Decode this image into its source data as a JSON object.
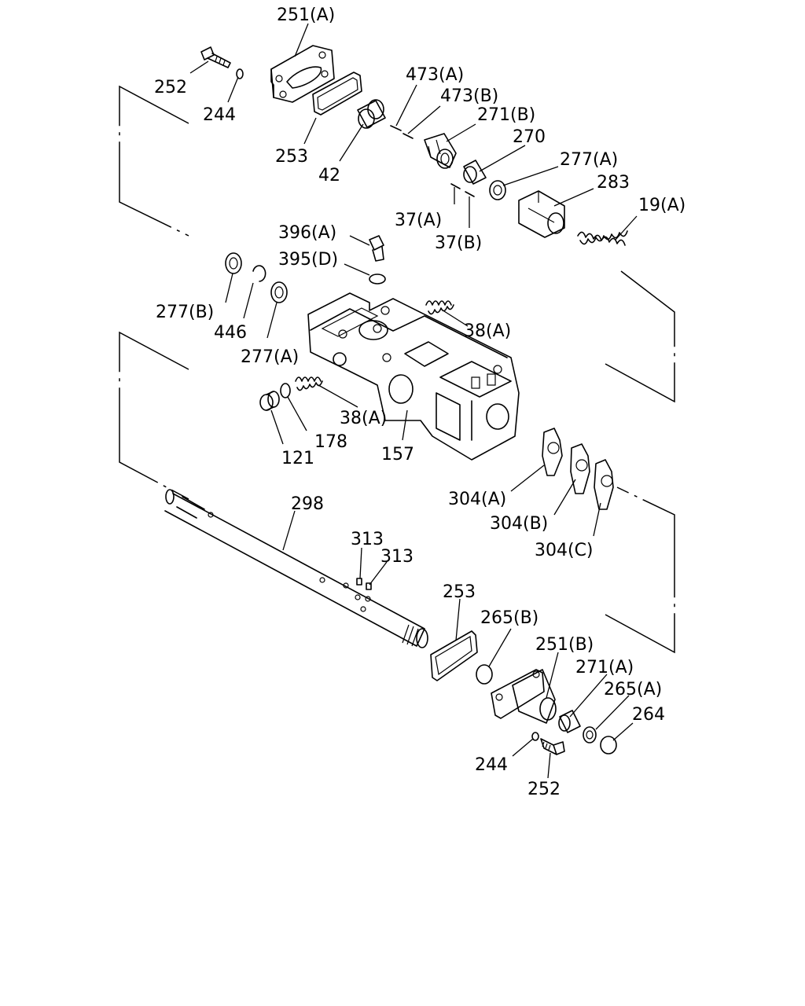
{
  "diagram": {
    "labels": {
      "p251A": "251(A)",
      "p252_top": "252",
      "p244_top": "244",
      "p253_top": "253",
      "p42": "42",
      "p473A": "473(A)",
      "p473B": "473(B)",
      "p271B": "271(B)",
      "p270": "270",
      "p277A_top": "277(A)",
      "p283": "283",
      "p37A": "37(A)",
      "p37B": "37(B)",
      "p19A": "19(A)",
      "p396A": "396(A)",
      "p395D": "395(D)",
      "p277B": "277(B)",
      "p446": "446",
      "p277A_mid": "277(A)",
      "p38A_right": "38(A)",
      "p38A_left": "38(A)",
      "p121": "121",
      "p178": "178",
      "p157": "157",
      "p304A": "304(A)",
      "p304B": "304(B)",
      "p304C": "304(C)",
      "p298": "298",
      "p313_a": "313",
      "p313_b": "313",
      "p253_bot": "253",
      "p265B": "265(B)",
      "p251B": "251(B)",
      "p271A": "271(A)",
      "p265A": "265(A)",
      "p264": "264",
      "p244_bot": "244",
      "p252_bot": "252"
    }
  }
}
